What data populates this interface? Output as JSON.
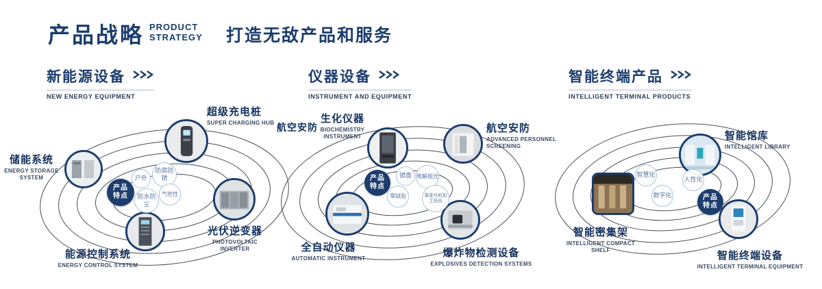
{
  "header": {
    "title_cn": "产品战略",
    "title_en_line1": "PRODUCT",
    "title_en_line2": "STRATEGY",
    "slogan": "打造无敌产品和服务"
  },
  "sections": [
    {
      "heading_cn": "新能源设备",
      "heading_en": "NEW ENERGY EQUIPMENT",
      "badge": "产品特点",
      "features": [
        "户外",
        "防腐防锈",
        "气密性",
        "防水防尘"
      ],
      "products": [
        {
          "cn": "储能系统",
          "en": "ENERGY STORAGE SYSTEM"
        },
        {
          "cn": "超级充电桩",
          "en": "SUPER CHARGING HUB"
        },
        {
          "cn": "光伏逆变器",
          "en": "PHOTOVOLTAIC INVERTER"
        },
        {
          "cn": "能源控制系统",
          "en": "ENERGY CONTROL SYSTEM"
        }
      ]
    },
    {
      "heading_cn": "仪器设备",
      "heading_en": "INSTRUMENT AND EQUIPMENT",
      "side_label": "航空安防",
      "badge": "产品特点",
      "features": [
        "镜面",
        "电解抛光",
        "零缺陷",
        "钣金与机加工结合"
      ],
      "products": [
        {
          "cn": "生化仪器",
          "en": "BIOCHEMISTRY INSTRUMENT"
        },
        {
          "cn": "航空安防",
          "en": "ADVANCED PERSONNEL SCREENING"
        },
        {
          "cn": "全自动仪器",
          "en": "AUTOMATIC INSTRUMENT"
        },
        {
          "cn": "爆炸物检测设备",
          "en": "EXPLOSIVES DETECTION SYSTEMS"
        }
      ]
    },
    {
      "heading_cn": "智能终端产品",
      "heading_en": "INTELLIGENT TERMINAL PRODUCTS",
      "badge": "产品特点",
      "features": [
        "智慧化",
        "人性化",
        "数字化"
      ],
      "products": [
        {
          "cn": "智能馆库",
          "en": "INTELLIGENT LIBRARY"
        },
        {
          "cn": "智能密集架",
          "en": "INTELLIGENT COMPACT SHELF"
        },
        {
          "cn": "智能终端设备",
          "en": "INTELLIGENT TERMINAL EQUIPMENT"
        }
      ]
    }
  ],
  "colors": {
    "navy": "#1c3d6e",
    "bubble_border": "#a9c2db",
    "bubble_text": "#5b7aa3"
  }
}
